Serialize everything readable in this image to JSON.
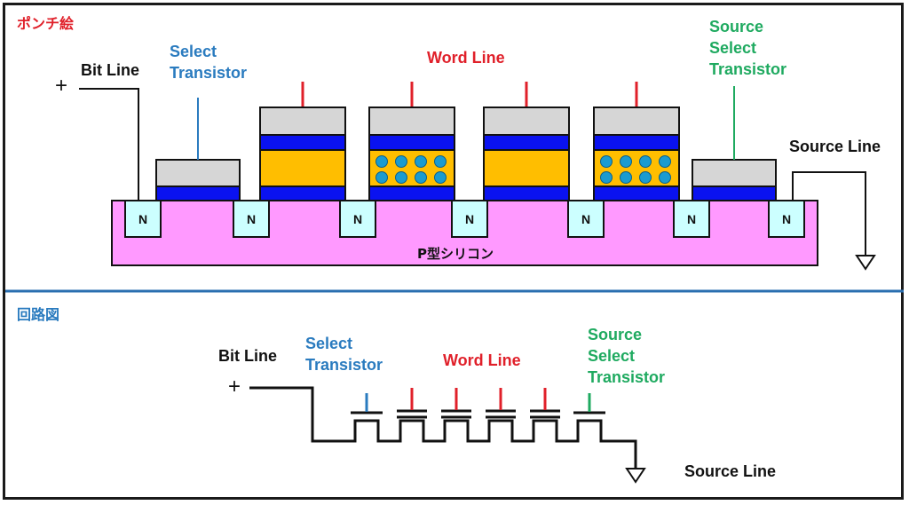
{
  "colors": {
    "red": "#e0202a",
    "blue": "#2a7bbf",
    "green": "#1faa60",
    "black": "#111111",
    "gate_gray": "#d6d6d6",
    "oxide_blue": "#0a12f0",
    "floating_gate_orange": "#ffbe00",
    "substrate_pink": "#ff99ff",
    "n_region_cyan": "#ccffff",
    "electron_cyan": "#1a9bd0",
    "divider": "#2a6fb0"
  },
  "top_section": {
    "title": "ポンチ絵",
    "labels": {
      "bit_line": "Bit Line",
      "plus": "+",
      "select_transistor": "Select\nTransistor",
      "word_line": "Word Line",
      "source_select_transistor": "Source\nSelect\nTransistor",
      "source_line": "Source Line",
      "substrate": "P型シリコン",
      "n_region": "N"
    },
    "cells": [
      {
        "type": "select",
        "charged": false
      },
      {
        "type": "memory",
        "charged": false
      },
      {
        "type": "memory",
        "charged": true
      },
      {
        "type": "memory",
        "charged": false
      },
      {
        "type": "memory",
        "charged": true
      },
      {
        "type": "source_select",
        "charged": false
      }
    ],
    "n_region_count": 7
  },
  "bottom_section": {
    "title": "回路図",
    "labels": {
      "bit_line": "Bit Line",
      "plus": "+",
      "select_transistor": "Select\nTransistor",
      "word_line": "Word Line",
      "source_select_transistor": "Source\nSelect\nTransistor",
      "source_line": "Source Line"
    },
    "transistors": [
      "select",
      "memory",
      "memory",
      "memory",
      "memory",
      "source_select"
    ]
  }
}
